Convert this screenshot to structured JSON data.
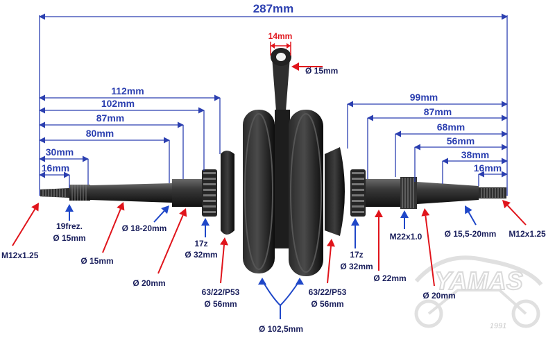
{
  "colors": {
    "dimension": "#2b3fb0",
    "red_callout": "#e0141b",
    "blue_callout": "#1f47c8",
    "text_dark": "#1a1f5c",
    "part": "#1b1b1b",
    "logo": "#c8c8c8"
  },
  "dimensions_top": {
    "overall": "287mm",
    "rod_width": "14mm"
  },
  "dimensions_left": [
    "112mm",
    "102mm",
    "87mm",
    "80mm",
    "30mm",
    "16mm"
  ],
  "dimensions_right": [
    "99mm",
    "87mm",
    "68mm",
    "56mm",
    "38mm",
    "16mm"
  ],
  "callouts": {
    "rod_eye": "Ø 15mm",
    "thread_left": "M12x1.25",
    "spline_line1": "19frez.",
    "spline_line2": "Ø 15mm",
    "shaft_left": "Ø 15mm",
    "taper_left": "Ø 18-20mm",
    "journal_left": "Ø 20mm",
    "sprocket_left_line1": "17z",
    "sprocket_left_line2": "Ø 32mm",
    "bearing_left_line1": "63/22/P53",
    "bearing_left_line2": "Ø 56mm",
    "flywheel": "Ø 102,5mm",
    "bearing_right_line1": "63/22/P53",
    "bearing_right_line2": "Ø 56mm",
    "sprocket_right_line1": "17z",
    "sprocket_right_line2": "Ø 32mm",
    "journal_right": "Ø 22mm",
    "thread_mid": "M22x1.0",
    "shaft_right": "Ø 20mm",
    "taper_right": "Ø 15,5-20mm",
    "thread_right": "M12x1.25"
  },
  "logo": {
    "text": "YAMAS",
    "year": "1991"
  }
}
